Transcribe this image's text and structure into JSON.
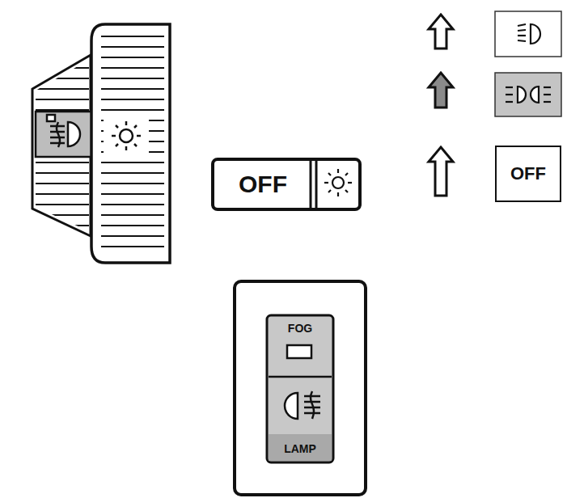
{
  "diagram": {
    "nodes": [
      {
        "text": [
          "OFF"
        ]
      },
      {
        "text": [
          "OFF"
        ]
      },
      {
        "text": [
          "FOG",
          "LAMP"
        ]
      }
    ]
  }
}
